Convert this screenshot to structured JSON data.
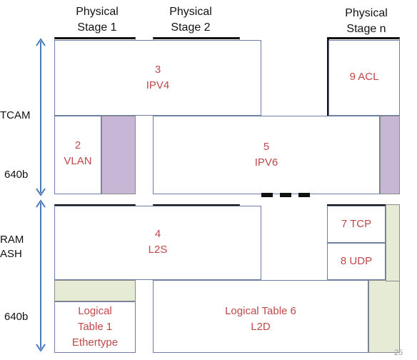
{
  "headers": {
    "stage1": [
      "Physical",
      "Stage 1"
    ],
    "stage2": [
      "Physical",
      "Stage 2"
    ],
    "stagen": [
      "Physical",
      "Stage n"
    ]
  },
  "side": {
    "tcam": "TCAM",
    "tcam_width": "640b",
    "sram": [
      "RAM",
      "ASH"
    ],
    "sram_width": "640b"
  },
  "tables": {
    "ipv4": [
      "3",
      "IPV4"
    ],
    "acl": "9 ACL",
    "vlan": [
      "2",
      "VLAN"
    ],
    "ipv6": [
      "5",
      "IPV6"
    ],
    "l2s": [
      "4",
      "L2S"
    ],
    "tcp": "7 TCP",
    "udp": "8 UDP",
    "ethertype": [
      "Logical",
      "Table 1",
      "Ethertype"
    ],
    "l2d": [
      "Logical Table 6",
      "L2D"
    ]
  },
  "page_number": "25",
  "colors": {
    "label": "#c0474a",
    "arrow": "#4a79b8",
    "purple": "#c8b6d6",
    "green": "#e6ebd6"
  }
}
